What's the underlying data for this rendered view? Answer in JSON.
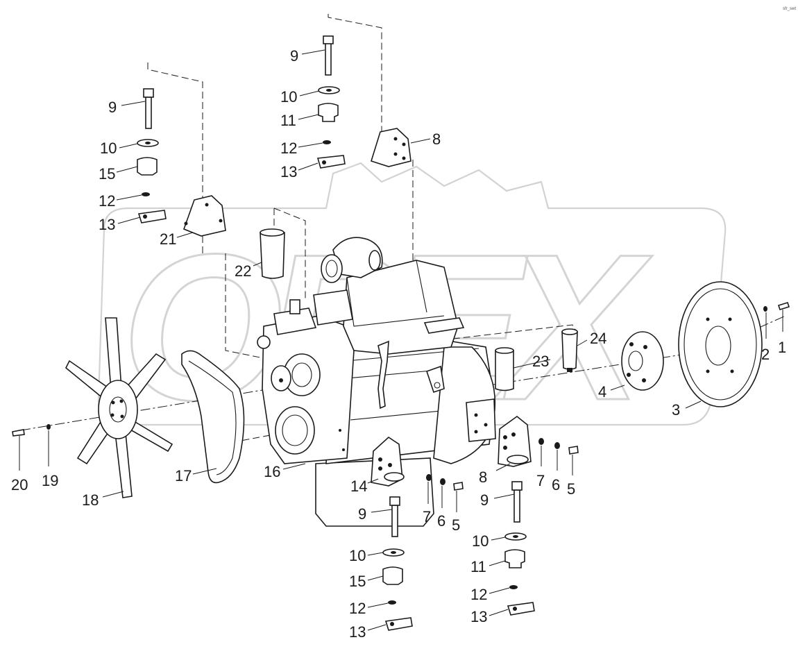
{
  "watermark": {
    "text": "OPEX"
  },
  "corner_mark": "sfr_swt",
  "callouts": [
    "1",
    "2",
    "3",
    "4",
    "5",
    "6",
    "7",
    "8",
    "9",
    "10",
    "11",
    "12",
    "13",
    "14",
    "15",
    "16",
    "17",
    "18",
    "19",
    "20",
    "21",
    "22",
    "23",
    "24"
  ]
}
